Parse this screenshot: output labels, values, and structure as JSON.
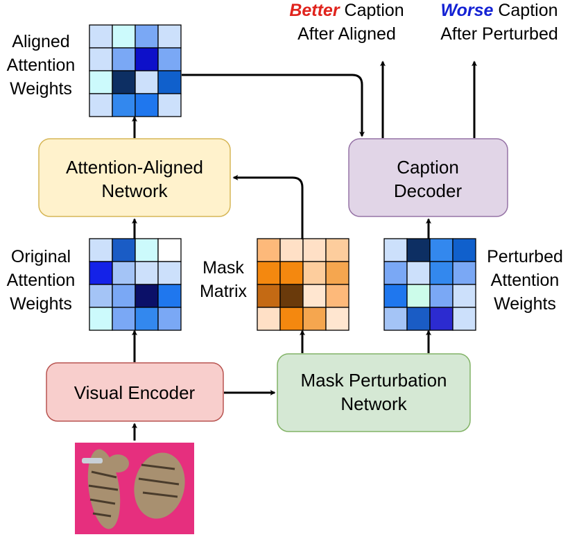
{
  "labels": {
    "aligned_weights": [
      "Aligned",
      "Attention",
      "Weights"
    ],
    "original_weights": [
      "Original",
      "Attention",
      "Weights"
    ],
    "mask_matrix": [
      "Mask",
      "Matrix"
    ],
    "perturbed_weights": [
      "Perturbed",
      "Attention",
      "Weights"
    ]
  },
  "outputs": {
    "better": {
      "highlight": "Better",
      "rest": " Caption",
      "line2": "After Aligned"
    },
    "worse": {
      "highlight": "Worse",
      "rest": " Caption",
      "line2": "After Perturbed"
    }
  },
  "boxes": {
    "attention_aligned": [
      "Attention-Aligned",
      "Network"
    ],
    "caption_decoder": [
      "Caption",
      "Decoder"
    ],
    "visual_encoder": [
      "Visual Encoder"
    ],
    "mask_perturbation": [
      "Mask Perturbation",
      "Network"
    ]
  },
  "colors": {
    "aligned_box_fill": "#fff2cc",
    "aligned_box_stroke": "#d6b656",
    "decoder_box_fill": "#e1d5e7",
    "decoder_box_stroke": "#9673a6",
    "encoder_box_fill": "#f8cecc",
    "encoder_box_stroke": "#b85450",
    "perturb_box_fill": "#d5e8d4",
    "perturb_box_stroke": "#82b366"
  },
  "grids": {
    "aligned": [
      [
        "#cce0fb",
        "#ccfafc",
        "#7aa8f5",
        "#cce0fb"
      ],
      [
        "#cce0fb",
        "#7aa8f5",
        "#0d10c9",
        "#7aa8f5"
      ],
      [
        "#ccfafc",
        "#0d2f63",
        "#cce0fb",
        "#1060cc"
      ],
      [
        "#cce0fb",
        "#3388ee",
        "#1f77ee",
        "#cce0fb"
      ]
    ],
    "original": [
      [
        "#cce0fb",
        "#1a5cc5",
        "#ccfafc",
        "#ffffff"
      ],
      [
        "#1422e8",
        "#a4c4f6",
        "#cce0fb",
        "#cce0fb"
      ],
      [
        "#a4c4f6",
        "#7aa8f5",
        "#0b1068",
        "#1f77ee"
      ],
      [
        "#ccfafc",
        "#7aa8f5",
        "#3388ee",
        "#7aa8f5"
      ]
    ],
    "mask": [
      [
        "#fdb97a",
        "#ffe0c6",
        "#ffe0c6",
        "#fdcd9d"
      ],
      [
        "#f4880f",
        "#f4880f",
        "#fdcd9d",
        "#f5a64f"
      ],
      [
        "#c46a14",
        "#6a3a0b",
        "#ffe6d0",
        "#fdb97a"
      ],
      [
        "#ffe0c6",
        "#f4880f",
        "#f5a64f",
        "#ffe6d0"
      ]
    ],
    "perturbed": [
      [
        "#cce0fb",
        "#0d2f63",
        "#3388ee",
        "#1060cc"
      ],
      [
        "#7aa8f5",
        "#cce0fb",
        "#3388ee",
        "#7aa8f5"
      ],
      [
        "#1f77ee",
        "#ccfcea",
        "#7aa8f5",
        "#cce0fb"
      ],
      [
        "#a4c4f6",
        "#1a5cc5",
        "#2c2bd0",
        "#cce0fb"
      ]
    ]
  },
  "photo": {
    "background": "#e62f7e",
    "cat_fill": "#a89070",
    "cat_stripe": "#4a3c2c"
  }
}
